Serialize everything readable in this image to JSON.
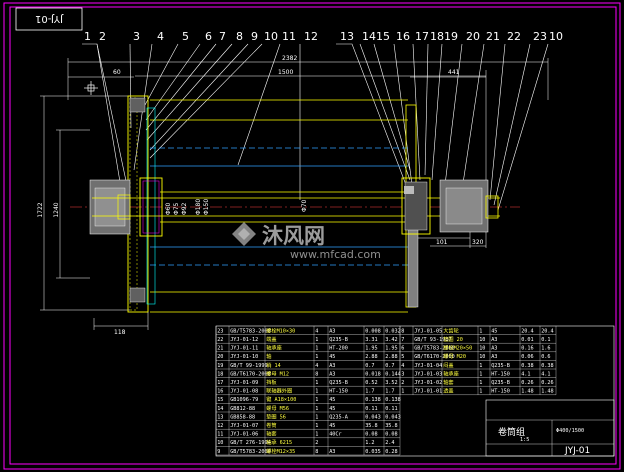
{
  "drawing": {
    "code_box": "JYJ-01",
    "title_block": "JYJ-01",
    "title_block_sub": "卷筒组",
    "title_block_scale": "1:5",
    "title_block_ref": "Φ400/1500",
    "colors": {
      "background": "#000000",
      "frame": "#ff00ff",
      "part": "#ffff00",
      "hidden": "#00c8ff",
      "cyan_line": "#00ffff",
      "table_line": "#ffffff",
      "yellow_text": "#ffff40"
    }
  },
  "callouts": [
    "1",
    "2",
    "3",
    "4",
    "5",
    "6",
    "7",
    "8",
    "9",
    "10",
    "11",
    "12",
    "13",
    "14",
    "15",
    "16",
    "17",
    "18",
    "19",
    "20",
    "21",
    "22",
    "23",
    "10"
  ],
  "dimensions": {
    "top_total": "2382",
    "top_mid": "1500",
    "top_left": "60",
    "top_right": "441",
    "vertical_left_outer": "1722",
    "vertical_left_inner": "1240",
    "bottom_left": "118",
    "bottom_right_a": "101",
    "bottom_right_b": "320",
    "center_dia": "Φ70",
    "vert_a": "Φ180",
    "vert_b": "Φ150",
    "vert_c": "Φ92",
    "vert_d": "Φ75",
    "vert_e": "Φ60"
  },
  "parts_table": {
    "left": [
      [
        "23",
        "GB/T5783-2000",
        "螺栓M10×30",
        "4",
        "A3",
        "0.008",
        "0.032"
      ],
      [
        "22",
        "JYJ-01-12",
        "端盖",
        "1",
        "Q235-B",
        "3.31",
        "3.42"
      ],
      [
        "21",
        "JYJ-01-11",
        "轴承座",
        "1",
        "HT-200",
        "1.95",
        "1.95"
      ],
      [
        "20",
        "JYJ-01-10",
        "轴",
        "1",
        "45",
        "2.88",
        "2.88"
      ],
      [
        "19",
        "GB/T 99-1999",
        "销 14",
        "4",
        "A3",
        "0.7",
        "0.7"
      ],
      [
        "18",
        "GB/T6170-2000",
        "螺母 M12",
        "8",
        "A3",
        "0.018",
        "0.144"
      ],
      [
        "17",
        "JYJ-01-09",
        "挡板",
        "1",
        "Q235-B",
        "0.52",
        "3.52"
      ],
      [
        "16",
        "JYJ-01-08",
        "联轴器外圈",
        "1",
        "HT-150",
        "1.7",
        "1.7"
      ],
      [
        "15",
        "GB1096-79",
        "键 A18×100",
        "1",
        "45",
        "0.138",
        "0.138"
      ],
      [
        "14",
        "GB812-88",
        "螺母 M56",
        "1",
        "45",
        "0.11",
        "0.11"
      ],
      [
        "13",
        "GB858-88",
        "垫圈 56",
        "1",
        "Q235-A",
        "0.043",
        "0.043"
      ],
      [
        "12",
        "JYJ-01-07",
        "卷筒",
        "1",
        "45",
        "35.8",
        "35.8"
      ],
      [
        "11",
        "JYJ-01-06",
        "轴套",
        "1",
        "40Cr",
        "0.08",
        "0.08"
      ],
      [
        "10",
        "GB/T 276-1994",
        "轴承 6215",
        "2",
        "",
        "1.2",
        "2.4"
      ],
      [
        "9",
        "GB/T5783-2000",
        "螺栓M12×35",
        "8",
        "A3",
        "0.035",
        "0.28"
      ]
    ],
    "right": [
      [
        "8",
        "JYJ-01-05",
        "大齿轮",
        "1",
        "45",
        "20.4",
        "20.4"
      ],
      [
        "7",
        "GB/T 93-1987",
        "垫圈 20",
        "10",
        "A3",
        "0.01",
        "0.1"
      ],
      [
        "6",
        "GB/T5783-2000",
        "螺栓M20×50",
        "10",
        "A3",
        "0.16",
        "1.6"
      ],
      [
        "5",
        "GB/T6170-2000",
        "螺母 M20",
        "10",
        "A3",
        "0.06",
        "0.6"
      ],
      [
        "4",
        "JYJ-01-04",
        "闷盖",
        "1",
        "Q235-B",
        "0.38",
        "0.38"
      ],
      [
        "3",
        "JYJ-01-03",
        "轴承座",
        "1",
        "HT-150",
        "4.1",
        "4.1"
      ],
      [
        "2",
        "JYJ-01-02",
        "轴套",
        "1",
        "Q235-B",
        "0.26",
        "0.26"
      ],
      [
        "1",
        "JYJ-01-01",
        "透盖",
        "1",
        "HT-150",
        "1.48",
        "1.48"
      ]
    ]
  },
  "watermark": {
    "brand": "沐风网",
    "url": "www.mfcad.com"
  }
}
